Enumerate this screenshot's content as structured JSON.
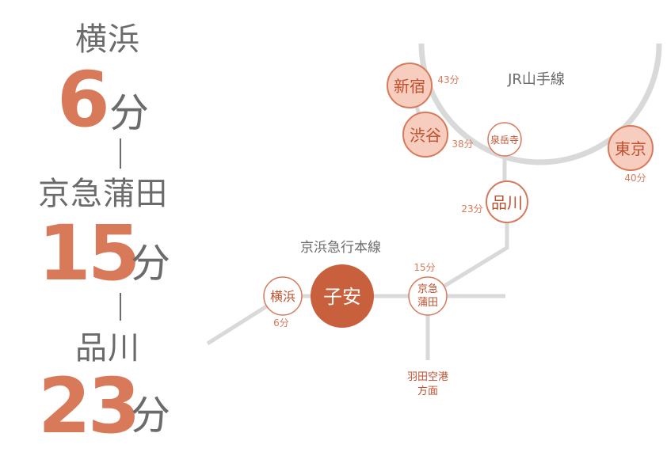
{
  "summary": {
    "items": [
      {
        "station": "横浜",
        "minutes": "6",
        "unit": "分"
      },
      {
        "station": "京急蒲田",
        "minutes": "15",
        "unit": "分"
      },
      {
        "station": "品川",
        "minutes": "23",
        "unit": "分"
      }
    ]
  },
  "map": {
    "line_labels": {
      "jr": "JR山手線",
      "keikyu": "京浜急行本線"
    },
    "stations": {
      "koyasu": "子安",
      "yokohama": "横浜",
      "kamata_line1": "京急",
      "kamata_line2": "蒲田",
      "shinagawa": "品川",
      "sengakuji": "泉岳寺",
      "shibuya": "渋谷",
      "shinjuku": "新宿",
      "tokyo": "東京"
    },
    "times": {
      "yokohama": "6分",
      "kamata": "15分",
      "shinagawa": "23分",
      "shibuya": "38分",
      "shinjuku": "43分",
      "tokyo": "40分"
    },
    "airport": {
      "line1": "羽田空港",
      "line2": "方面"
    }
  },
  "colors": {
    "accent": "#d87a5a",
    "koyasu": "#c8603e",
    "circle_fill": "#f7cdbf",
    "line": "#d9d9d9",
    "text_gray": "#6b6b6b",
    "station_text": "#c0502e"
  }
}
